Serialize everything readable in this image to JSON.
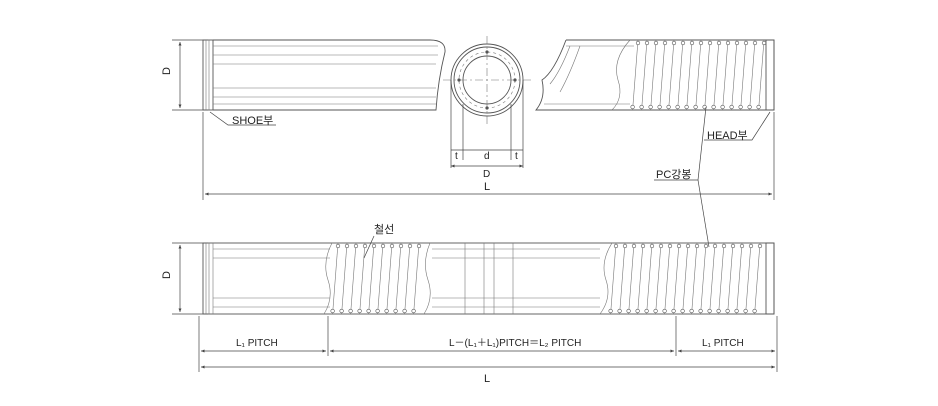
{
  "labels": {
    "d_top": "D",
    "shoe": "SHOE부",
    "head": "HEAD부",
    "pc_rod": "PC강봉",
    "spiral": "철선",
    "section_t_left": "t",
    "section_d": "d",
    "section_t_right": "t",
    "section_D": "D",
    "total_top": "L",
    "d_bottom": "D",
    "l1_pitch_left": "L₁ PITCH",
    "l2_pitch": "L－(L₁＋L₁)PITCH＝L₂ PITCH",
    "l1_pitch_right": "L₁ PITCH",
    "total_bottom": "L"
  }
}
